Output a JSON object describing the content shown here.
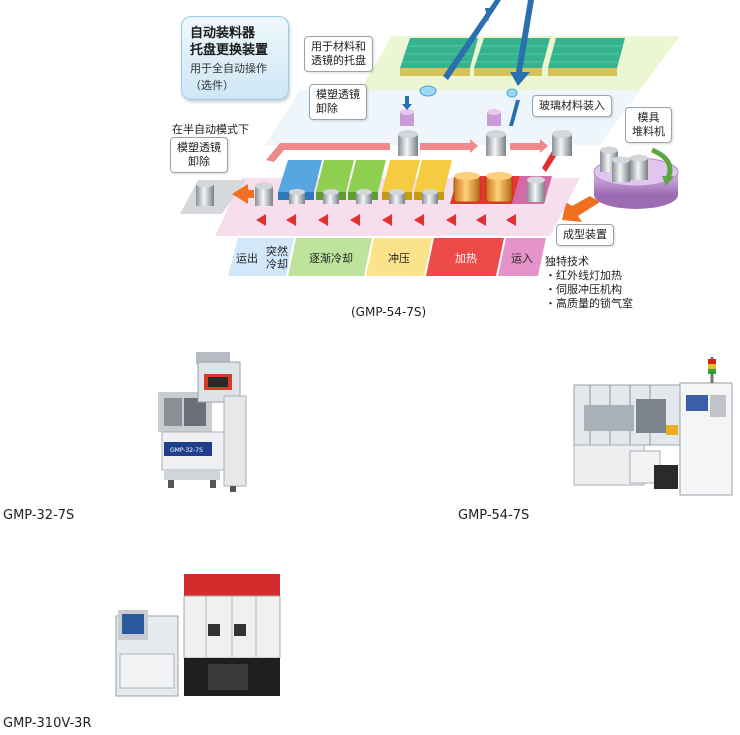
{
  "title_box": {
    "title_line1": "自动装料器",
    "title_line2": "托盘更换装置",
    "subtitle_line1": "用于全自动操作",
    "subtitle_line2": "（选件）"
  },
  "callouts": {
    "tray_line1": "用于材料和",
    "tray_line2": "透镜的托盘",
    "unload_line1": "模塑透镜",
    "unload_line2": "卸除",
    "glass_load": "玻璃材料装入",
    "mold_stocker_line1": "模具",
    "mold_stocker_line2": "堆料机",
    "semi_auto_mode": "在半自动模式下",
    "semi_unload_line1": "模塑透镜",
    "semi_unload_line2": "卸除",
    "molding_device": "成型装置"
  },
  "stages": {
    "out": "运出",
    "quench_line1": "突然",
    "quench_line2": "冷却",
    "gradual_cool": "逐渐冷却",
    "press": "冲压",
    "heat": "加热",
    "in": "运入"
  },
  "unique_tech": {
    "title": "独特技术",
    "items": [
      "・红外线灯加热",
      "・伺服冲压机构",
      "・高质量的锁气室"
    ]
  },
  "diagram_caption": "(GMP-54-7S)",
  "products": [
    {
      "name": "GMP-32-7S",
      "panel_label": "GMP-32-7S"
    },
    {
      "name": "GMP-54-7S"
    },
    {
      "name": "GMP-310V-3R"
    }
  ],
  "colors": {
    "blue": "#3b8fd0",
    "green": "#7cc242",
    "yellow": "#f2c230",
    "red": "#e03030",
    "pink": "#c85aa0",
    "tray_green": "#35b38f",
    "orange_arrow": "#f07020",
    "mold_purple": "#b58ac9"
  }
}
